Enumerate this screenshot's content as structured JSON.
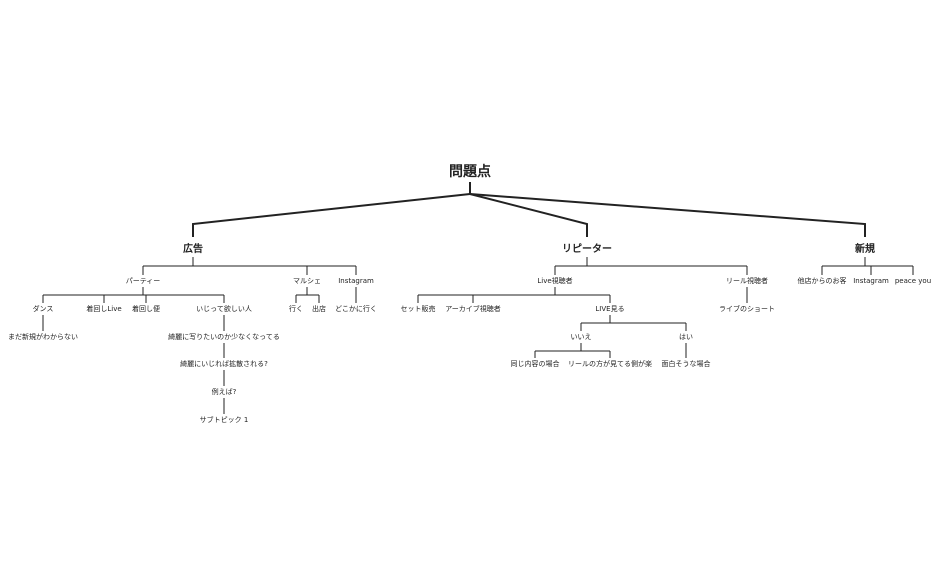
{
  "colors": {
    "root": "#4150b5",
    "text": "#222222",
    "line": "#222222",
    "background": "#ffffff"
  },
  "tree": {
    "label": "問題点",
    "children": [
      {
        "label": "広告",
        "children": [
          {
            "label": "パーティー",
            "children": [
              {
                "label": "ダンス",
                "children": [
                  {
                    "label": "まだ新規がわからない"
                  }
                ]
              },
              {
                "label": "着回しLive"
              },
              {
                "label": "着回し便"
              },
              {
                "label": "いじって欲しい人",
                "children": [
                  {
                    "label": "綺麗に写りたいのか少なくなってる",
                    "children": [
                      {
                        "label": "綺麗にいじれば拡散される?",
                        "children": [
                          {
                            "label": "例えば?",
                            "children": [
                              {
                                "label": "サブトピック 1"
                              }
                            ]
                          }
                        ]
                      }
                    ]
                  }
                ]
              }
            ]
          },
          {
            "label": "マルシェ",
            "children": [
              {
                "label": "行く"
              },
              {
                "label": "出店"
              }
            ]
          },
          {
            "label": "Instagram",
            "children": [
              {
                "label": "どこかに行く"
              }
            ]
          }
        ]
      },
      {
        "label": "リピーター",
        "children": [
          {
            "label": "Live視聴者",
            "children": [
              {
                "label": "セット販売"
              },
              {
                "label": "アーカイブ視聴者"
              },
              {
                "label": "LIVE見る",
                "children": [
                  {
                    "label": "いいえ",
                    "children": [
                      {
                        "label": "同じ内容の場合"
                      },
                      {
                        "label": "リールの方が見てる側が楽"
                      }
                    ]
                  },
                  {
                    "label": "はい",
                    "children": [
                      {
                        "label": "面白そうな場合"
                      }
                    ]
                  }
                ]
              }
            ]
          },
          {
            "label": "リール視聴者",
            "children": [
              {
                "label": "ライブのショート"
              }
            ]
          }
        ]
      },
      {
        "label": "新規",
        "children": [
          {
            "label": "他店からのお客"
          },
          {
            "label": "Instagram"
          },
          {
            "label": "peace you"
          }
        ]
      }
    ]
  }
}
